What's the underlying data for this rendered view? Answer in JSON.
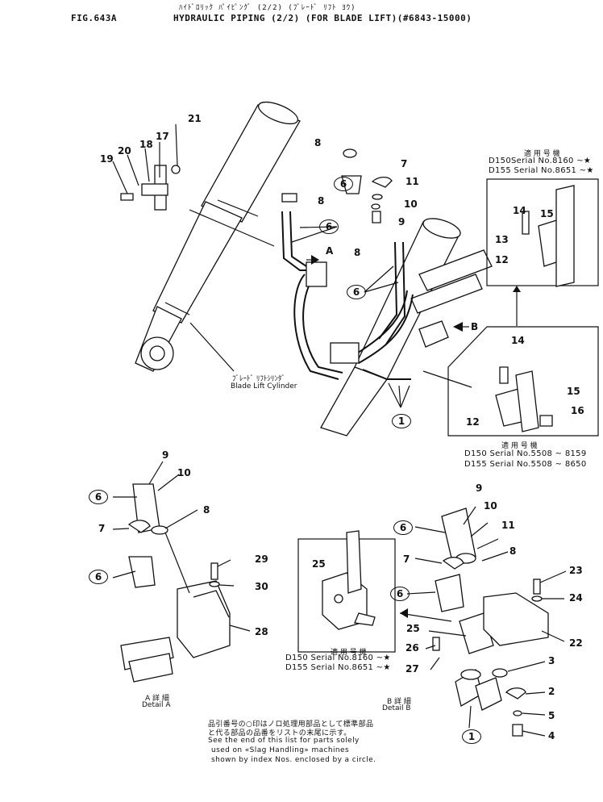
{
  "header": {
    "jp_title": "ﾊｲﾄﾞﾛﾘｯｸ ﾊﾟｲﾋﾟﾝｸﾞ (2/2) (ﾌﾞﾚｰﾄﾞ ﾘﾌﾄ ﾖｳ)",
    "fig": "FIG.643A",
    "title": "HYDRAULIC PIPING (2/2) (FOR BLADE LIFT)(#6843-15000)"
  },
  "serial_box_top": {
    "jp": "適 用 号 機",
    "line1": "D150Serial  No.8160 ~★",
    "line2": "D155 Serial  No.8651 ~★"
  },
  "serial_box_mid": {
    "jp": "適 用 号 機",
    "line1": "D150 Serial  No.5508 ~ 8159",
    "line2": "D155 Serial  No.5508 ~ 8650"
  },
  "serial_box_detail": {
    "jp": "適 用 号 機",
    "line1": "D150 Serial  No.8160 ~★",
    "line2": "D155 Serial  No.8651 ~★"
  },
  "cylinder_label": {
    "jp": "ﾌﾞﾚｰﾄﾞ ﾘﾌﾄｼﾘﾝﾀﾞ",
    "en": "Blade  Lift Cylinder"
  },
  "detail_a": {
    "jp": "A 詳 細",
    "en": "Detail  A"
  },
  "detail_b": {
    "jp": "B 詳 細",
    "en": "Detail  B"
  },
  "arrow_labels": {
    "a": "A",
    "b": "B"
  },
  "callouts": {
    "c1": "1",
    "c2": "2",
    "c3": "3",
    "c4": "4",
    "c5": "5",
    "c6": "6",
    "c7": "7",
    "c8": "8",
    "c9": "9",
    "c10": "10",
    "c11": "11",
    "c12": "12",
    "c13": "13",
    "c14": "14",
    "c15": "15",
    "c16": "16",
    "c17": "17",
    "c18": "18",
    "c19": "19",
    "c20": "20",
    "c21": "21",
    "c22": "22",
    "c23": "23",
    "c24": "24",
    "c25": "25",
    "c26": "26",
    "c27": "27",
    "c28": "28",
    "c29": "29",
    "c30": "30"
  },
  "footnote": {
    "jp1": "品引番号の○印はノロ処理用部品として標準部品",
    "jp2": "と代る部品の品番をリストの末尾に示す。",
    "en1": "See  the  end  of  this  list  for  parts  solely",
    "en2": "used  on  «Slag  Handling»  machines",
    "en3": "shown  by  index  Nos.  enclosed  by  a  circle."
  }
}
